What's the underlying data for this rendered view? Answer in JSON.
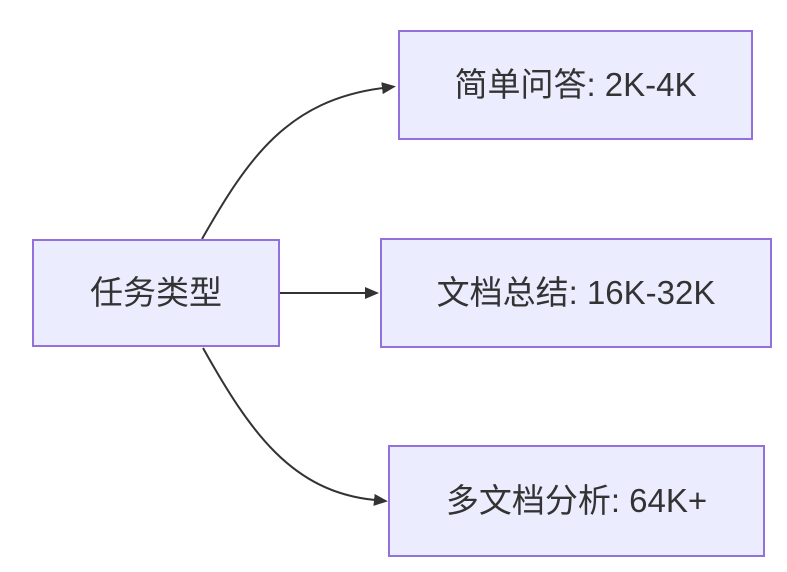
{
  "diagram": {
    "type": "flowchart",
    "direction": "left-to-right",
    "root": {
      "id": "task-type",
      "label": "任务类型"
    },
    "branches": [
      {
        "id": "simple-qa",
        "label": "简单问答: 2K-4K"
      },
      {
        "id": "doc-summary",
        "label": "文档总结: 16K-32K"
      },
      {
        "id": "multi-doc",
        "label": "多文档分析: 64K+"
      }
    ],
    "edges": [
      {
        "from": "task-type",
        "to": "simple-qa"
      },
      {
        "from": "task-type",
        "to": "doc-summary"
      },
      {
        "from": "task-type",
        "to": "multi-doc"
      }
    ],
    "colors": {
      "background": "#FFFFFF",
      "node_fill": "#ECECFF",
      "node_border": "#9370DB",
      "edge": "#333333",
      "text": "#333333"
    }
  }
}
